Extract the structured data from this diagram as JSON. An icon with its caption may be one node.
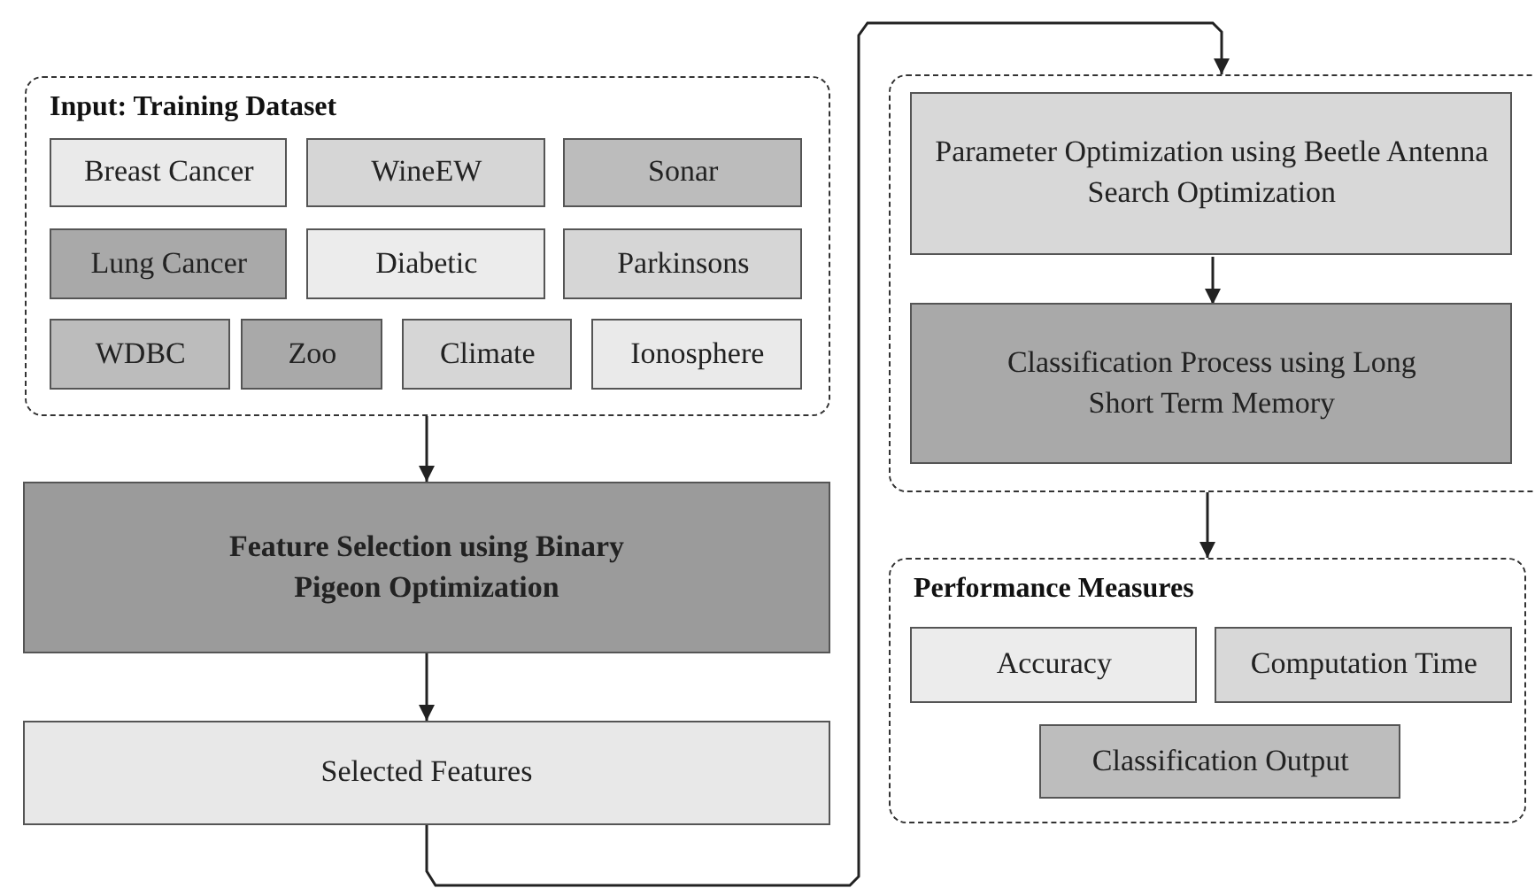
{
  "diagram": {
    "nodes": [
      {
        "text": [
          "Input: Training Dataset"
        ]
      },
      {
        "text": [
          "Breast Cancer"
        ],
        "in": 0
      },
      {
        "text": [
          "WineEW"
        ],
        "in": 0
      },
      {
        "text": [
          "Sonar"
        ],
        "in": 0
      },
      {
        "text": [
          "Lung Cancer"
        ],
        "in": 0
      },
      {
        "text": [
          "Diabetic"
        ],
        "in": 0
      },
      {
        "text": [
          "Parkinsons"
        ],
        "in": 0
      },
      {
        "text": [
          "WDBC"
        ],
        "in": 0
      },
      {
        "text": [
          "Zoo"
        ],
        "in": 0
      },
      {
        "text": [
          "Climate"
        ],
        "in": 0
      },
      {
        "text": [
          "Ionosphere"
        ],
        "in": 0
      },
      {
        "text": [
          "Feature Selection using Binary Pigeon Optimization"
        ]
      },
      {
        "text": [
          "Selected Features"
        ]
      },
      {
        "text": [],
        "shape": "box"
      },
      {
        "text": [
          "Parameter Optimization using Beetle Antenna Search Optimization"
        ],
        "in": 13
      },
      {
        "text": [
          "Classification Process using Long Short Term Memory"
        ],
        "in": 13
      },
      {
        "text": [
          "Performance Measures"
        ]
      },
      {
        "text": [
          "Accuracy"
        ],
        "in": 16
      },
      {
        "text": [
          "Computation Time"
        ],
        "in": 16
      },
      {
        "text": [
          "Classification Output"
        ],
        "in": 16
      }
    ],
    "edges": [
      {
        "from": 0,
        "to": 11,
        "arrow": "to"
      },
      {
        "from": 11,
        "to": 12,
        "arrow": "to"
      },
      {
        "from": 12,
        "to": 13,
        "arrow": "to"
      },
      {
        "from": 14,
        "to": 15,
        "arrow": "to"
      },
      {
        "from": 13,
        "to": 16,
        "arrow": "to"
      }
    ]
  }
}
